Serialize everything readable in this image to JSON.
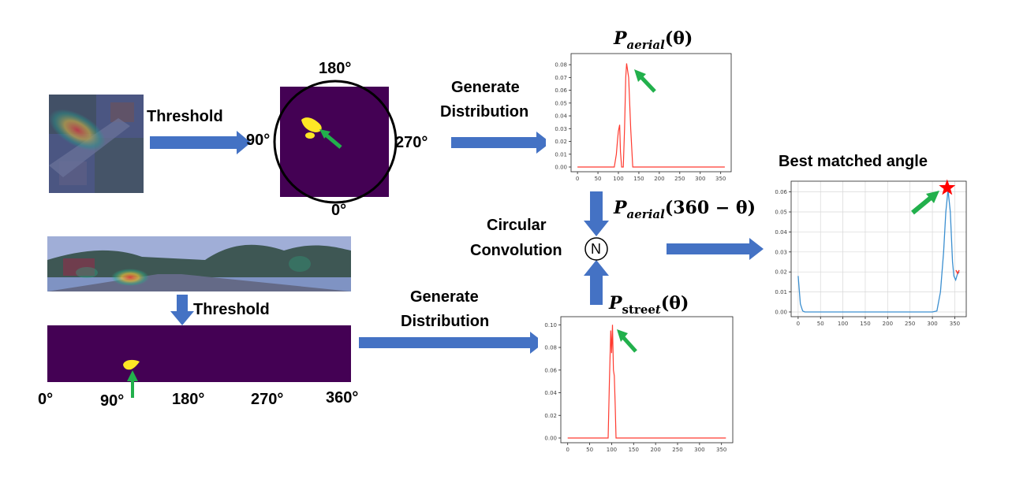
{
  "labels": {
    "threshold_top": "Threshold",
    "threshold_bottom": "Threshold",
    "generate_top_line1": "Generate",
    "generate_top_line2": "Distribution",
    "generate_bottom_line1": "Generate",
    "generate_bottom_line2": "Distribution",
    "circular_line1": "Circular",
    "circular_line2": "Convolution",
    "conv_symbol": "N",
    "best_matched": "Best matched angle"
  },
  "aerial_degrees": {
    "top": "180°",
    "left": "90°",
    "right": "270°",
    "bottom": "0°"
  },
  "street_degrees": [
    "0°",
    "90°",
    "180°",
    "270°",
    "360°"
  ],
  "formulas": {
    "aerial": {
      "base": "P",
      "sub": "aerial",
      "arg": "(θ)"
    },
    "aerial_flipped": {
      "base": "P",
      "sub": "aerial",
      "arg": "(360 − θ)"
    },
    "street": {
      "base": "P",
      "sub_upright": "stree",
      "sub_italic": "t",
      "arg": "(θ)"
    }
  },
  "colors": {
    "arrow_blue": "#4472c4",
    "arrow_green": "#22b04c",
    "mask_purple": "#440154",
    "mask_yellow": "#fde725",
    "curve_red": "#ff3b30",
    "curve_blue": "#3b8fd0",
    "star_red": "#ff0000"
  },
  "chart_data": [
    {
      "type": "line",
      "title": "",
      "x": [
        0,
        90,
        95,
        98,
        100,
        103,
        105,
        108,
        112,
        115,
        118,
        120,
        125,
        130,
        135,
        360
      ],
      "series": [
        {
          "values": [
            0,
            0,
            0.01,
            0.022,
            0.028,
            0.033,
            0.012,
            0,
            0,
            0.03,
            0.07,
            0.081,
            0.07,
            0.03,
            0,
            0
          ]
        }
      ],
      "xticks": [
        0,
        50,
        100,
        150,
        200,
        250,
        300,
        350
      ],
      "yticks": [
        "0.00",
        "0.01",
        "0.02",
        "0.03",
        "0.04",
        "0.05",
        "0.06",
        "0.07",
        "0.08"
      ],
      "xlim": [
        0,
        360
      ],
      "ylim": [
        0,
        0.085
      ],
      "grid": false
    },
    {
      "type": "line",
      "title": "",
      "x": [
        0,
        92,
        95,
        98,
        100,
        102,
        104,
        106,
        108,
        110,
        360
      ],
      "series": [
        {
          "values": [
            0,
            0,
            0.05,
            0.095,
            0.075,
            0.1,
            0.06,
            0.055,
            0.03,
            0,
            0
          ]
        }
      ],
      "xticks": [
        0,
        50,
        100,
        150,
        200,
        250,
        300,
        350
      ],
      "yticks": [
        "0.00",
        "0.02",
        "0.04",
        "0.06",
        "0.08",
        "0.10"
      ],
      "xlim": [
        0,
        360
      ],
      "ylim": [
        0,
        0.103
      ],
      "grid": false
    },
    {
      "type": "line",
      "title": "",
      "x": [
        0,
        5,
        10,
        15,
        20,
        300,
        310,
        318,
        325,
        330,
        335,
        340,
        345,
        348,
        352,
        356,
        360
      ],
      "series": [
        {
          "values": [
            0.018,
            0.004,
            0.0005,
            0,
            0,
            0,
            0.0005,
            0.01,
            0.03,
            0.05,
            0.061,
            0.05,
            0.025,
            0.018,
            0.016,
            0.019,
            0.02
          ]
        }
      ],
      "xticks": [
        0,
        50,
        100,
        150,
        200,
        250,
        300,
        350
      ],
      "yticks": [
        "0.00",
        "0.01",
        "0.02",
        "0.03",
        "0.04",
        "0.05",
        "0.06"
      ],
      "xlim": [
        0,
        360
      ],
      "ylim": [
        0,
        0.063
      ],
      "grid": true,
      "marker": {
        "x": 333,
        "y": 0.062,
        "shape": "star"
      }
    }
  ]
}
